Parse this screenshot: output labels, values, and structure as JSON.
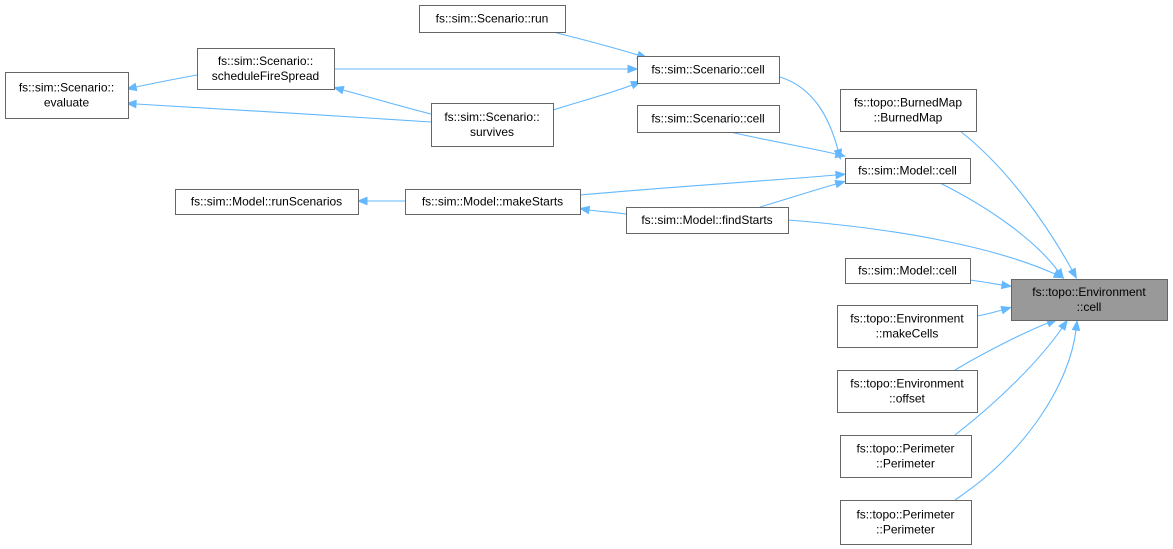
{
  "diagram": {
    "nodes": [
      {
        "id": "run",
        "lines": [
          "fs::sim::Scenario::run"
        ]
      },
      {
        "id": "scheduleFireSpread",
        "lines": [
          "fs::sim::Scenario::",
          "scheduleFireSpread"
        ]
      },
      {
        "id": "scenarioCell1",
        "lines": [
          "fs::sim::Scenario::cell"
        ]
      },
      {
        "id": "evaluate",
        "lines": [
          "fs::sim::Scenario::",
          "evaluate"
        ]
      },
      {
        "id": "survives",
        "lines": [
          "fs::sim::Scenario::",
          "survives"
        ]
      },
      {
        "id": "scenarioCell2",
        "lines": [
          "fs::sim::Scenario::cell"
        ]
      },
      {
        "id": "burnedMap",
        "lines": [
          "fs::topo::BurnedMap",
          "::BurnedMap"
        ]
      },
      {
        "id": "modelCell1",
        "lines": [
          "fs::sim::Model::cell"
        ]
      },
      {
        "id": "runScenarios",
        "lines": [
          "fs::sim::Model::runScenarios"
        ]
      },
      {
        "id": "makeStarts",
        "lines": [
          "fs::sim::Model::makeStarts"
        ]
      },
      {
        "id": "findStarts",
        "lines": [
          "fs::sim::Model::findStarts"
        ]
      },
      {
        "id": "modelCell2",
        "lines": [
          "fs::sim::Model::cell"
        ]
      },
      {
        "id": "envCell",
        "lines": [
          "fs::topo::Environment",
          "::cell"
        ],
        "focus": true
      },
      {
        "id": "makeCells",
        "lines": [
          "fs::topo::Environment",
          "::makeCells"
        ]
      },
      {
        "id": "offset",
        "lines": [
          "fs::topo::Environment",
          "::offset"
        ]
      },
      {
        "id": "perimeter1",
        "lines": [
          "fs::topo::Perimeter",
          "::Perimeter"
        ]
      },
      {
        "id": "perimeter2",
        "lines": [
          "fs::topo::Perimeter",
          "::Perimeter"
        ]
      }
    ],
    "edges": [
      {
        "from": "run",
        "to": "scenarioCell1"
      },
      {
        "from": "scheduleFireSpread",
        "to": "scenarioCell1"
      },
      {
        "from": "survives",
        "to": "scenarioCell1"
      },
      {
        "from": "scheduleFireSpread",
        "to": "evaluate"
      },
      {
        "from": "survives",
        "to": "evaluate"
      },
      {
        "from": "survives",
        "to": "scheduleFireSpread"
      },
      {
        "from": "scenarioCell1",
        "to": "modelCell1"
      },
      {
        "from": "scenarioCell2",
        "to": "modelCell1"
      },
      {
        "from": "makeStarts",
        "to": "modelCell1"
      },
      {
        "from": "findStarts",
        "to": "modelCell1"
      },
      {
        "from": "makeStarts",
        "to": "runScenarios"
      },
      {
        "from": "findStarts",
        "to": "makeStarts"
      },
      {
        "from": "burnedMap",
        "to": "envCell"
      },
      {
        "from": "modelCell1",
        "to": "envCell"
      },
      {
        "from": "findStarts",
        "to": "envCell"
      },
      {
        "from": "modelCell2",
        "to": "envCell"
      },
      {
        "from": "makeCells",
        "to": "envCell"
      },
      {
        "from": "offset",
        "to": "envCell"
      },
      {
        "from": "perimeter1",
        "to": "envCell"
      },
      {
        "from": "perimeter2",
        "to": "envCell"
      }
    ]
  }
}
